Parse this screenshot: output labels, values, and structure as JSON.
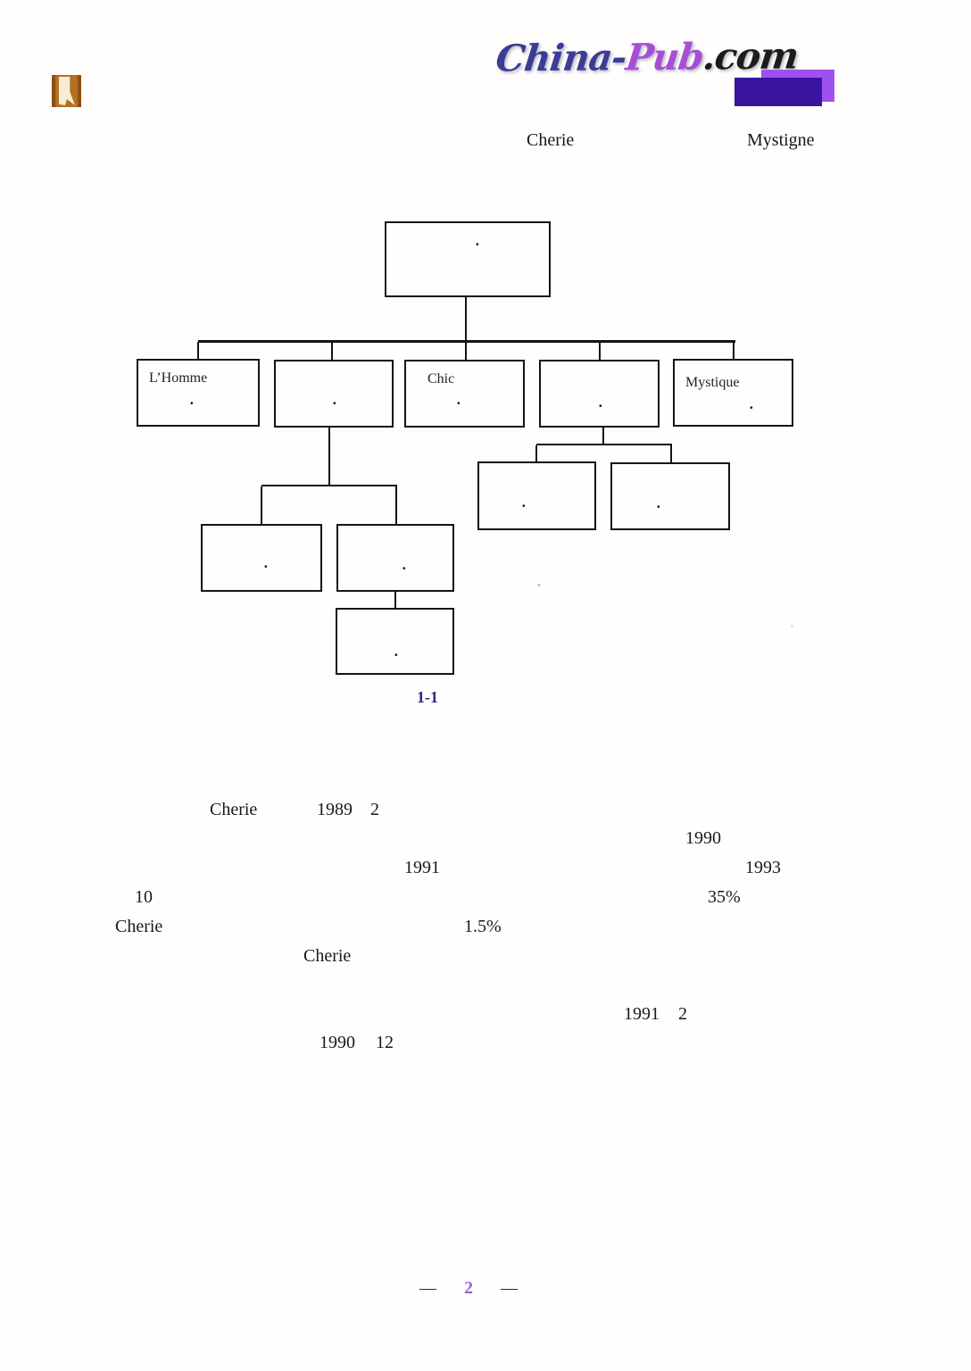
{
  "header": {
    "logo": {
      "part_china": "China-",
      "part_pub": "Pub",
      "part_com": ".com"
    },
    "colors": {
      "logo_china": "#3c3c96",
      "logo_pub": "#a64fd6",
      "logo_com": "#1c1c1c",
      "square_light": "#a050ee",
      "square_dark": "#3a16a0"
    },
    "subtitle_left": "Cherie",
    "subtitle_right": "Mystigne"
  },
  "figure": {
    "caption": "1-1",
    "caption_color": "#2a2a85",
    "dot_glyph": "·",
    "boxes": [
      {
        "id": "root",
        "label": ""
      },
      {
        "id": "lhomme",
        "label": "L’Homme"
      },
      {
        "id": "division-2",
        "label": ""
      },
      {
        "id": "chic",
        "label": "Chic"
      },
      {
        "id": "division-4",
        "label": ""
      },
      {
        "id": "mystique",
        "label": "Mystique"
      },
      {
        "id": "sub-4-1",
        "label": ""
      },
      {
        "id": "sub-4-2",
        "label": ""
      },
      {
        "id": "sub-2-1",
        "label": ""
      },
      {
        "id": "sub-2-2",
        "label": ""
      },
      {
        "id": "sub-2-2-1",
        "label": ""
      }
    ]
  },
  "body": {
    "lines": [
      {
        "fragments": [
          "Cherie",
          "1989",
          "2"
        ]
      },
      {
        "fragments": [
          "1990"
        ]
      },
      {
        "fragments": [
          "1991",
          "1993"
        ]
      },
      {
        "fragments": [
          "10",
          "35%"
        ]
      },
      {
        "fragments": [
          "Cherie",
          "1.5%"
        ]
      },
      {
        "fragments": [
          "Cherie"
        ]
      },
      {
        "fragments": [
          "1991",
          "2"
        ]
      },
      {
        "fragments": [
          "1990",
          "12"
        ]
      }
    ]
  },
  "footer": {
    "dash_left": "—",
    "page_number": "2",
    "dash_right": "—",
    "page_number_color": "#9a63d3"
  }
}
